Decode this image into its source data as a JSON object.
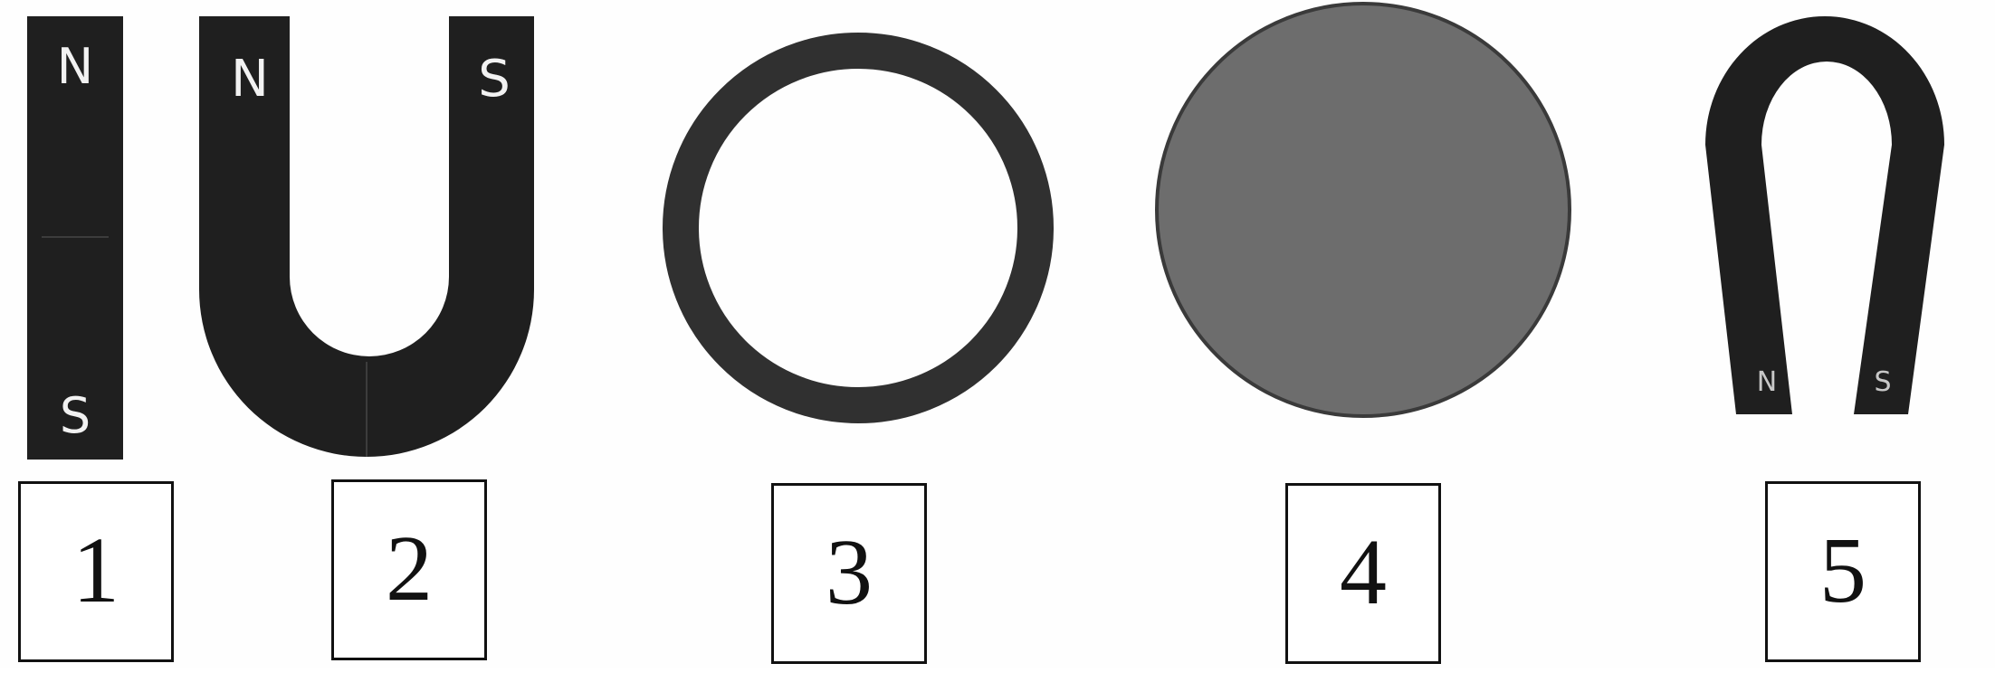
{
  "items": [
    {
      "number": "1",
      "shape": "bar-magnet",
      "poles": [
        "N",
        "S"
      ]
    },
    {
      "number": "2",
      "shape": "u-magnet",
      "poles": [
        "N",
        "S"
      ]
    },
    {
      "number": "3",
      "shape": "ring"
    },
    {
      "number": "4",
      "shape": "disc"
    },
    {
      "number": "5",
      "shape": "horseshoe-magnet",
      "poles": [
        "N",
        "S"
      ]
    }
  ],
  "colors": {
    "magnet": "#1f1f1f",
    "ring": "#303030",
    "disc": "#6d6d6d",
    "label": "#f2f2f2",
    "box_border": "#111111"
  }
}
